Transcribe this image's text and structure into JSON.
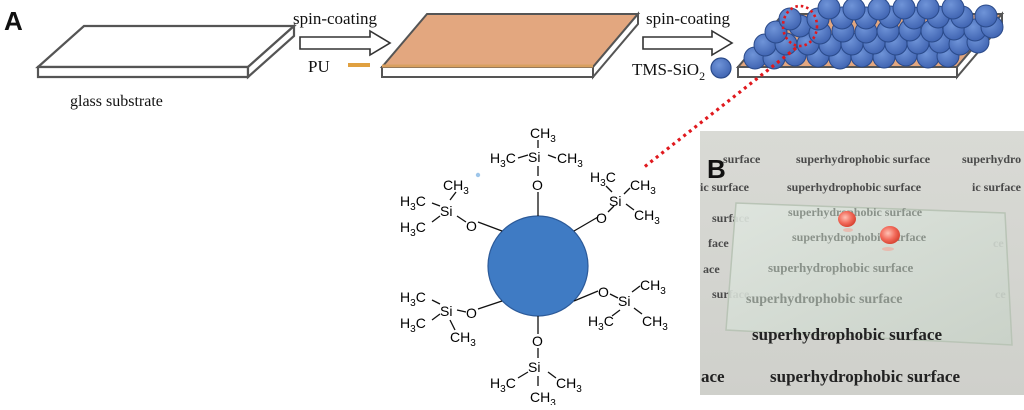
{
  "panel_a": {
    "label": "A",
    "substrate_label": "glass substrate",
    "step1": {
      "arrow_label": "spin-coating",
      "material_label": "PU"
    },
    "step2": {
      "arrow_label": "spin-coating",
      "material_label": "TMS-SiO",
      "material_subscript": "2"
    }
  },
  "molecule": {
    "groups": [
      {
        "id": "top",
        "si": "Si",
        "o": "O",
        "ch3_a": "H3C",
        "ch3_b": "CH3",
        "ch3_c": "CH3"
      },
      {
        "id": "upper-left",
        "si": "Si",
        "o": "O",
        "ch3_a": "H3C",
        "ch3_b": "H3C",
        "ch3_c": "CH3"
      },
      {
        "id": "upper-right",
        "si": "Si",
        "o": "O",
        "ch3_a": "H3C",
        "ch3_b": "CH3",
        "ch3_c": "CH3"
      },
      {
        "id": "lower-left",
        "si": "Si",
        "o": "O",
        "ch3_a": "H3C",
        "ch3_b": "H3C",
        "ch3_c": "CH3"
      },
      {
        "id": "lower-right",
        "si": "Si",
        "o": "O",
        "ch3_a": "CH3",
        "ch3_b": "H3C",
        "ch3_c": "CH3"
      },
      {
        "id": "bottom",
        "si": "Si",
        "o": "O",
        "ch3_a": "H3C",
        "ch3_b": "CH3",
        "ch3_c": "CH3"
      }
    ]
  },
  "panel_b": {
    "label": "B",
    "background_text": "superhydrophobic surface",
    "partial_text": "surface",
    "partial_text_2": "face",
    "partial_text_3": "ic surface",
    "partial_text_4": "superhydrophobic surface",
    "partial_text_5": "superhydro",
    "partial_text_6": "ic surface superh",
    "partial_text_7": "ce",
    "partial_text_8": "ace",
    "partial_text_9": "ace"
  },
  "colors": {
    "pu_layer": "#e3a77f",
    "particle": "#4a72c4",
    "particle_stroke": "#2a4a8a",
    "core": "#3f7bc4",
    "dotted_link": "#e0191e",
    "droplet": "#f26b5b"
  }
}
